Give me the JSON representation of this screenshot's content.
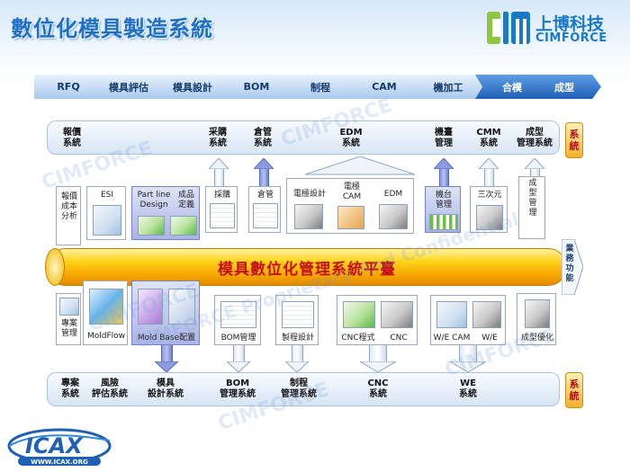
{
  "title": "數位化模具製造系統",
  "logo": {
    "mark": "CIM",
    "cn": "上博科技",
    "en": "CIMFORCE"
  },
  "flow": [
    {
      "label": "RFQ",
      "style": "light"
    },
    {
      "label": "模具評估",
      "style": "light"
    },
    {
      "label": "模具設計",
      "style": "light"
    },
    {
      "label": "BOM",
      "style": "light"
    },
    {
      "label": "制程",
      "style": "light"
    },
    {
      "label": "CAM",
      "style": "light"
    },
    {
      "label": "機加工",
      "style": "light"
    },
    {
      "label": "合模",
      "style": "dark"
    },
    {
      "label": "成型",
      "style": "dark"
    }
  ],
  "top_systems": [
    {
      "id": "quote",
      "label": "報價\n系統"
    },
    {
      "id": "purchase",
      "label": "采購\n系統"
    },
    {
      "id": "warehouse",
      "label": "倉管\n系統"
    },
    {
      "id": "edm",
      "label": "EDM\n系統"
    },
    {
      "id": "machine",
      "label": "機臺\n管理"
    },
    {
      "id": "cmm",
      "label": "CMM\n系統"
    },
    {
      "id": "molding",
      "label": "成型\n管理系統"
    }
  ],
  "sys_tag": "系\n統",
  "top_items": {
    "quote_cost": "報價\n成本\n分析",
    "esi": "ESI",
    "partline": "Part line\nDesign",
    "product_def": "成品\n定義",
    "purchase": "採購",
    "warehouse": "倉管",
    "electrode_design": "電極設計",
    "electrode_cam": "電極\nCAM",
    "edm": "EDM",
    "machine_mgmt": "機台\n管理",
    "cmm_3d": "三次元",
    "molding_mgmt": "成\n型\n管\n理"
  },
  "platform": "模具數位化管理系統平臺",
  "biz": "業\n務\n功\n能",
  "bottom_items": {
    "project": "專案\n管理",
    "moldflow": "MoldFlow",
    "moldbase": "Mold Base配置",
    "bom_mgmt": "BOM管理",
    "process_design": "製程設計",
    "cnc_program": "CNC程式",
    "cnc": "CNC",
    "we_cam": "W/E CAM",
    "we": "W/E",
    "molding_auto": "成型優化"
  },
  "bottom_systems": [
    {
      "id": "project",
      "label": "專案\n系統"
    },
    {
      "id": "risk",
      "label": "風險\n評估系統"
    },
    {
      "id": "mold_design",
      "label": "模具\n設計系統"
    },
    {
      "id": "bom",
      "label": "BOM\n管理系統"
    },
    {
      "id": "process",
      "label": "制程\n管理系統"
    },
    {
      "id": "cnc",
      "label": "CNC\n系統"
    },
    {
      "id": "we",
      "label": "WE\n系統"
    }
  ],
  "watermarks": [
    "CIMFORCE",
    "CIMFORCE",
    "CIMFORCE Proprietary And Confidential",
    "CIMFORCE",
    "CIMFORCE",
    "CIMFORCE"
  ],
  "icax": {
    "brand": "ICAX",
    "url": "WWW.ICAX.ORG"
  },
  "colors": {
    "title": "#1f6fc4",
    "platform_text": "#c41010",
    "flow_dark": "#1f5fb6",
    "sys_tag": "#f2b12b"
  }
}
